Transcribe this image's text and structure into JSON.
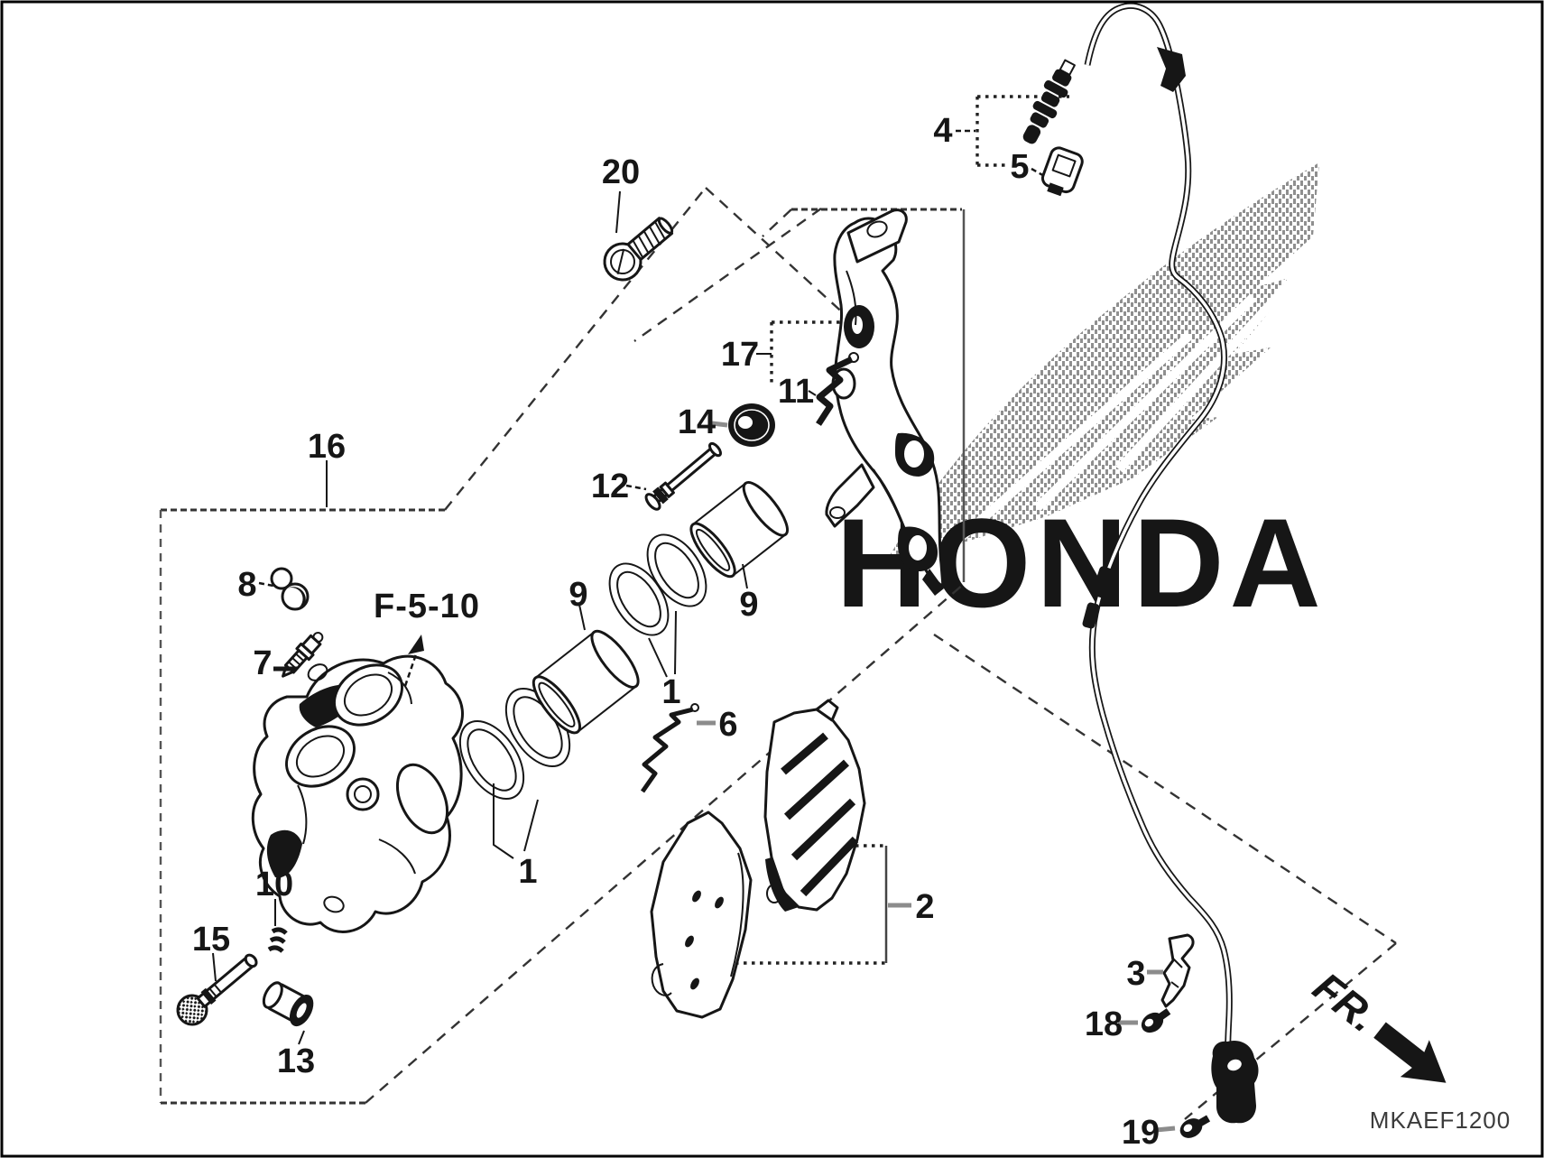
{
  "diagram": {
    "code": "MKAEF1200",
    "direction_label": "FR.",
    "reference_label": "F-5-10",
    "watermark_text": "HONDA",
    "colors": {
      "line": "#161616",
      "leader_gray": "#8c8c8c",
      "watermark_hatch": "#8f8f8f",
      "background": "#ffffff"
    }
  },
  "part_labels": {
    "p1": "1",
    "p2": "2",
    "p3": "3",
    "p4": "4",
    "p5": "5",
    "p6": "6",
    "p7": "7",
    "p8": "8",
    "p9": "9",
    "p10": "10",
    "p11": "11",
    "p12": "12",
    "p13": "13",
    "p14": "14",
    "p15": "15",
    "p16": "16",
    "p17": "17",
    "p18": "18",
    "p19": "19",
    "p20": "20"
  }
}
